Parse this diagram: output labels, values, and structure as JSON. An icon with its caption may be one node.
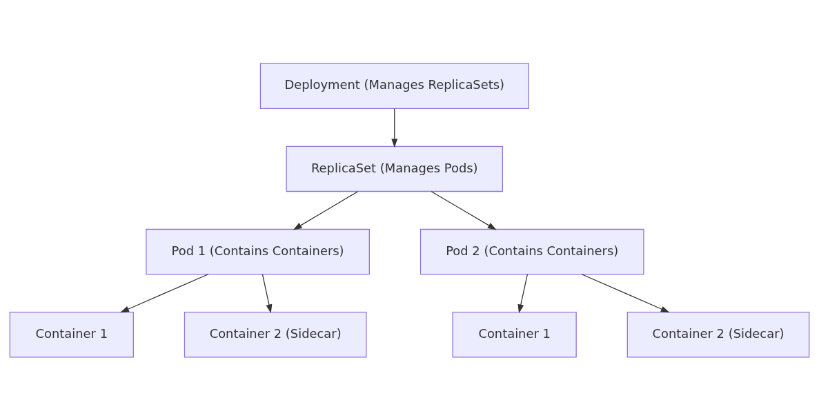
{
  "diagram": {
    "nodes": [
      {
        "text": [
          "Deployment (Manages ReplicaSets)"
        ]
      },
      {
        "text": [
          "ReplicaSet (Manages Pods)"
        ]
      },
      {
        "text": [
          "Pod 1 (Contains Containers)"
        ]
      },
      {
        "text": [
          "Pod 2 (Contains Containers)"
        ]
      },
      {
        "text": [
          "Container 1"
        ]
      },
      {
        "text": [
          "Container 2 (Sidecar)"
        ]
      },
      {
        "text": [
          "Container 1"
        ]
      },
      {
        "text": [
          "Container 2 (Sidecar)"
        ]
      }
    ],
    "edges": [
      {
        "from": 0,
        "to": 1,
        "arrow": "to"
      },
      {
        "from": 1,
        "to": 2,
        "arrow": "to"
      },
      {
        "from": 1,
        "to": 3,
        "arrow": "to"
      },
      {
        "from": 2,
        "to": 4,
        "arrow": "to"
      },
      {
        "from": 2,
        "to": 5,
        "arrow": "to"
      },
      {
        "from": 3,
        "to": 6,
        "arrow": "to"
      },
      {
        "from": 3,
        "to": 7,
        "arrow": "to"
      }
    ]
  }
}
